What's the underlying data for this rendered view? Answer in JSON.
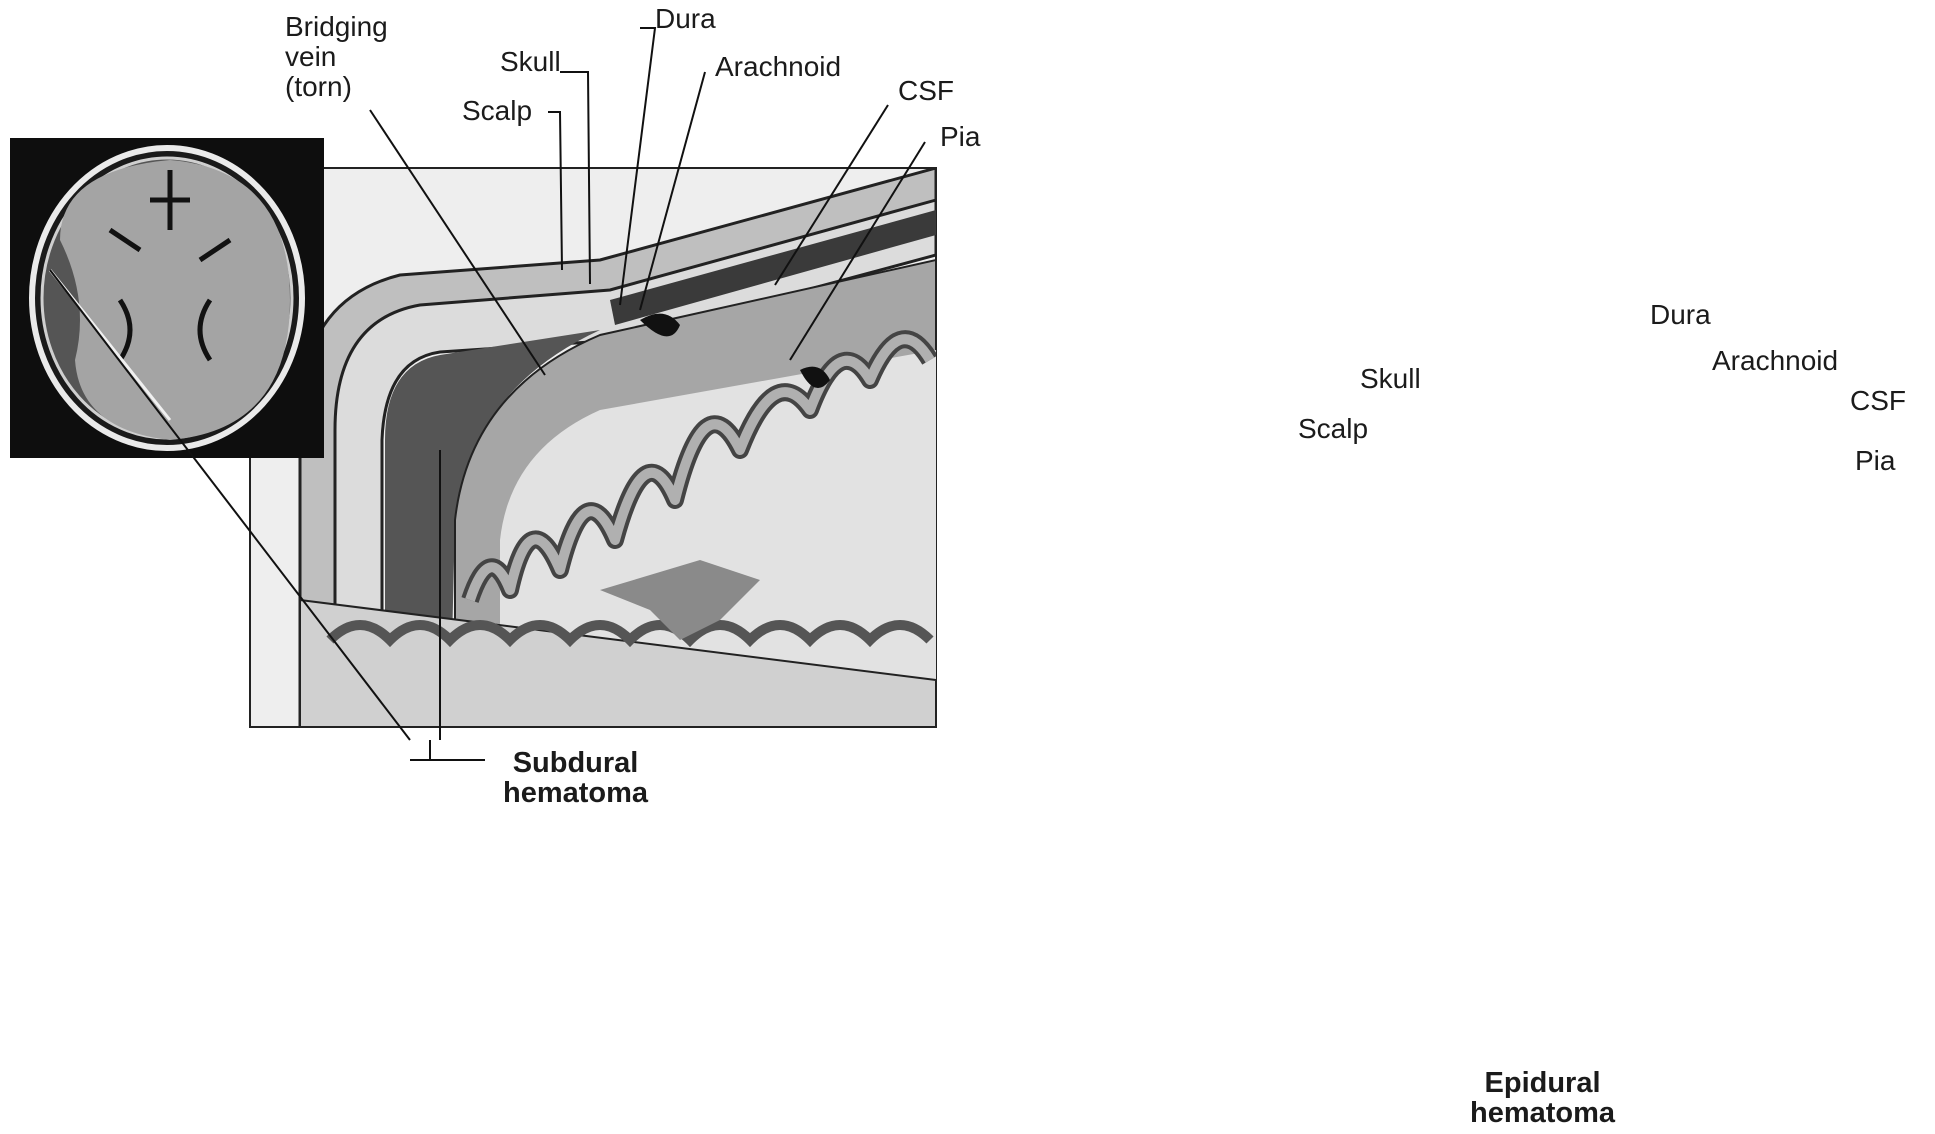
{
  "panel_subdural": {
    "labels": {
      "bridging_vein": "Bridging\nvein\n(torn)",
      "skull": "Skull",
      "dura": "Dura",
      "arachnoid": "Arachnoid",
      "scalp": "Scalp",
      "csf": "CSF",
      "pia": "Pia"
    },
    "caption": "Subdural\nhematoma"
  },
  "panel_epidural": {
    "labels": {
      "dura": "Dura",
      "skull": "Skull",
      "arachnoid": "Arachnoid",
      "scalp": "Scalp",
      "csf": "CSF",
      "pia": "Pia"
    },
    "caption": "Epidural\nhematoma"
  },
  "colors": {
    "hematoma": "#5a5a5a",
    "brain_gray": "#9a9a9a",
    "white_matter": "#d6d6d6",
    "bone": "#cfcfcf",
    "background_panel": "#e8e8e8",
    "inset_bg": "#0e0e0e"
  }
}
